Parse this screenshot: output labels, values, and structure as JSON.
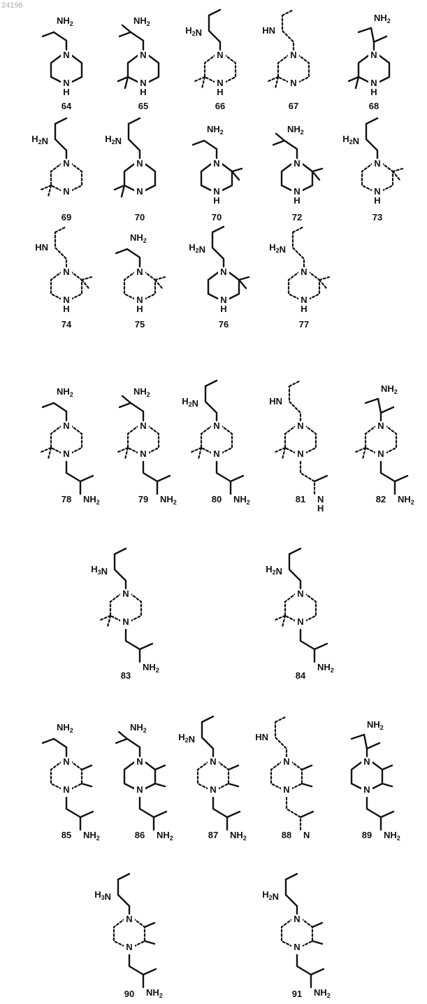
{
  "page_id": "24196",
  "compounds": [
    {
      "label": "64",
      "n_top": "N",
      "n_bottom": "N\nH",
      "amine": "NH2"
    },
    {
      "label": "65",
      "n_top": "N",
      "n_bottom": "N\nH",
      "amine": "NH2"
    },
    {
      "label": "66",
      "n_top": "N",
      "n_bottom": "N\nH",
      "amine": "H2N"
    },
    {
      "label": "67",
      "n_top": "N",
      "n_bottom": "N",
      "amine": "HN"
    },
    {
      "label": "68",
      "n_top": "N",
      "n_bottom": "N\nH",
      "amine": "NH2"
    },
    {
      "label": "69",
      "n_top": "N",
      "n_bottom": "N",
      "amine": "H2N"
    },
    {
      "label": "70",
      "n_top": "N",
      "n_bottom": "N",
      "amine": "H2N"
    },
    {
      "label": "70",
      "n_top": "N",
      "n_bottom": "N\nH",
      "amine": "NH2"
    },
    {
      "label": "72",
      "n_top": "N",
      "n_bottom": "N\nH",
      "amine": "NH2"
    },
    {
      "label": "73",
      "n_top": "N",
      "n_bottom": "N\nH",
      "amine": "H2N"
    },
    {
      "label": "74",
      "n_top": "N",
      "n_bottom": "N\nH",
      "amine": "HN"
    },
    {
      "label": "75",
      "n_top": "N",
      "n_bottom": "N\nH",
      "amine": "NH2"
    },
    {
      "label": "76",
      "n_top": "N",
      "n_bottom": "N\nH",
      "amine": "H2N"
    },
    {
      "label": "77",
      "n_top": "N",
      "n_bottom": "N\nH",
      "amine": "H2N"
    },
    {
      "label": "78",
      "n_top": "N",
      "n_bottom": "N",
      "amine": "NH2",
      "amine2": "NH2"
    },
    {
      "label": "79",
      "n_top": "N",
      "n_bottom": "N",
      "amine": "NH2",
      "amine2": "NH2"
    },
    {
      "label": "80",
      "n_top": "N",
      "n_bottom": "N",
      "amine": "H2N",
      "amine2": "NH2"
    },
    {
      "label": "81",
      "n_top": "N",
      "n_bottom": "N",
      "amine": "HN",
      "amine2": "N\nH"
    },
    {
      "label": "82",
      "n_top": "N",
      "n_bottom": "N",
      "amine": "NH2",
      "amine2": "NH2"
    },
    {
      "label": "83",
      "n_top": "N",
      "n_bottom": "N",
      "amine": "H3N",
      "amine2": "NH2"
    },
    {
      "label": "84",
      "n_top": "N",
      "n_bottom": "N",
      "amine": "H2N",
      "amine2": "NH2"
    },
    {
      "label": "85",
      "n_top": "N",
      "n_bottom": "N",
      "amine": "NH2",
      "amine2": "NH2"
    },
    {
      "label": "86",
      "n_top": "N",
      "n_bottom": "N",
      "amine": "NH2",
      "amine2": "NH2"
    },
    {
      "label": "87",
      "n_top": "N",
      "n_bottom": "N",
      "amine": "H2N",
      "amine2": "NH2"
    },
    {
      "label": "88",
      "n_top": "N",
      "n_bottom": "N",
      "amine": "HN",
      "amine2": "N"
    },
    {
      "label": "89",
      "n_top": "N",
      "n_bottom": "N",
      "amine": "NH2",
      "amine2": "NH2"
    },
    {
      "label": "90",
      "n_top": "N",
      "n_bottom": "N",
      "amine": "H3N",
      "amine2": "NH2"
    },
    {
      "label": "91",
      "n_top": "N",
      "n_bottom": "N",
      "amine": "H2N",
      "amine2": "NH2"
    }
  ]
}
